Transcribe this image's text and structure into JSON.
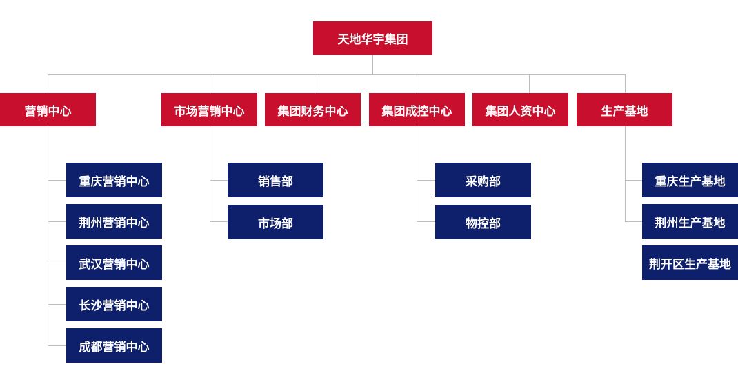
{
  "root": {
    "label": "天地华宇集团"
  },
  "departments": [
    {
      "label": "营销中心",
      "children": [
        "重庆营销中心",
        "荆州营销中心",
        "武汉营销中心",
        "长沙营销中心",
        "成都营销中心"
      ]
    },
    {
      "label": "市场营销中心",
      "children": [
        "销售部",
        "市场部"
      ]
    },
    {
      "label": "集团财务中心",
      "children": []
    },
    {
      "label": "集团成控中心",
      "children": [
        "采购部",
        "物控部"
      ]
    },
    {
      "label": "集团人资中心",
      "children": []
    },
    {
      "label": "生产基地",
      "children": [
        "重庆生产基地",
        "荆州生产基地",
        "荆开区生产基地"
      ]
    }
  ],
  "colors": {
    "top_level": "#c8102e",
    "sub_level": "#0e1f6b",
    "connector": "#bdbdbd"
  }
}
